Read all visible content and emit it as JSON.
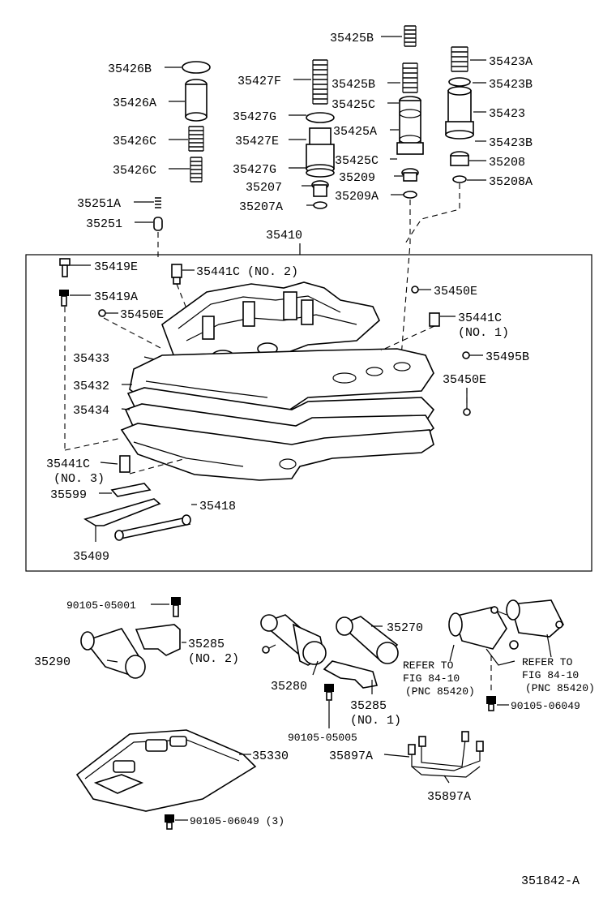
{
  "labels": {
    "p35425B_top": "35425B",
    "p35423A": "35423A",
    "p35426B": "35426B",
    "p35427F": "35427F",
    "p35425B_mid": "35425B",
    "p35423B_top": "35423B",
    "p35426A": "35426A",
    "p35425C_top": "35425C",
    "p35423": "35423",
    "p35427G_top": "35427G",
    "p35426C_top": "35426C",
    "p35427E": "35427E",
    "p35425A": "35425A",
    "p35423B_bot": "35423B",
    "p35426C_bot": "35426C",
    "p35427G_bot": "35427G",
    "p35425C_bot": "35425C",
    "p35208": "35208",
    "p35207": "35207",
    "p35209": "35209",
    "p35208A": "35208A",
    "p35207A": "35207A",
    "p35209A": "35209A",
    "p35251A": "35251A",
    "p35251": "35251",
    "p35410": "35410",
    "p35419E": "35419E",
    "p35441C_no2": "35441C (NO. 2)",
    "p35419A": "35419A",
    "p35450E_a": "35450E",
    "p35450E_b": "35450E",
    "p35441C_no1_code": "35441C",
    "p35441C_no1_note": "(NO. 1)",
    "p35433": "35433",
    "p35495B": "35495B",
    "p35432": "35432",
    "p35450E_c": "35450E",
    "p35434": "35434",
    "p35441C_no3_code": "35441C",
    "p35441C_no3_note": "(NO. 3)",
    "p35599": "35599",
    "p35418": "35418",
    "p35409": "35409",
    "p90105_05001": "90105-05001",
    "p35270": "35270",
    "p35285_no2_code": "35285",
    "p35285_no2_note": "(NO. 2)",
    "p35290": "35290",
    "refer1_a": "REFER TO",
    "refer1_b": "FIG 84-10",
    "refer1_c": "(PNC 85420)",
    "refer2_a": "REFER TO",
    "refer2_b": "FIG 84-10",
    "refer2_c": "(PNC 85420)",
    "p35280": "35280",
    "p35285_no1_code": "35285",
    "p35285_no1_note": "(NO. 1)",
    "p90105_06049_r": "90105-06049",
    "p90105_05005": "90105-05005",
    "p35330": "35330",
    "p35897A_a": "35897A",
    "p35897A_b": "35897A",
    "p90105_06049_3": "90105-06049 (3)",
    "figure_id": "351842-A"
  }
}
